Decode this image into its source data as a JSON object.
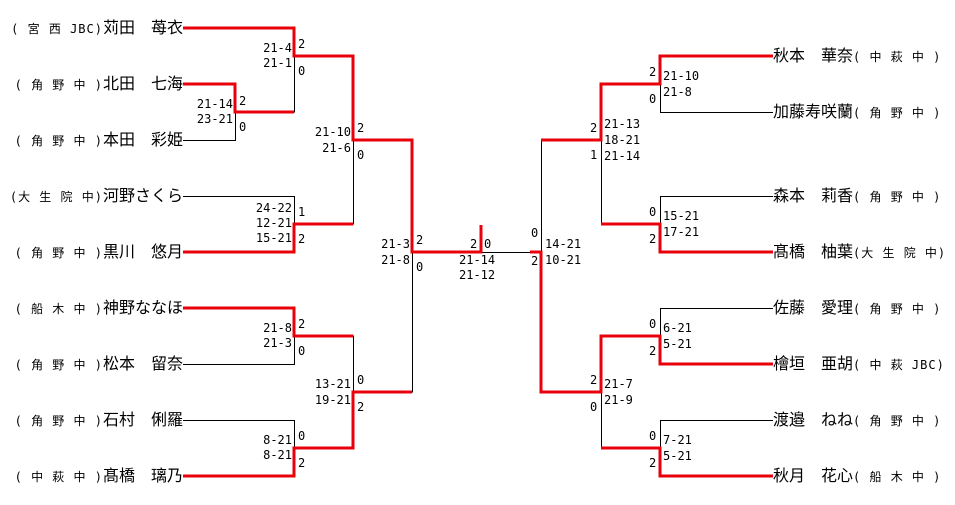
{
  "title": "Tournament bracket",
  "colors": {
    "winner_line": "#e8000b",
    "loser_line": "#000000",
    "background": "#ffffff"
  },
  "left_players": [
    {
      "school": "( 宮 西 JBC)",
      "name": "苅田　苺衣"
    },
    {
      "school": "( 角 野 中 )",
      "name": "北田　七海"
    },
    {
      "school": "( 角 野 中 )",
      "name": "本田　彩姫"
    },
    {
      "school": "(大 生 院 中)",
      "name": "河野さくら"
    },
    {
      "school": "( 角 野 中 )",
      "name": "黒川　悠月"
    },
    {
      "school": "( 船 木 中 )",
      "name": "神野ななほ"
    },
    {
      "school": "( 角 野 中 )",
      "name": "松本　留奈"
    },
    {
      "school": "( 角 野 中 )",
      "name": "石村　俐羅"
    },
    {
      "school": "( 中 萩 中 )",
      "name": "髙橋　璃乃"
    }
  ],
  "right_players": [
    {
      "name": "秋本　華奈",
      "school": "( 中 萩 中 )"
    },
    {
      "name": "加藤寿咲蘭",
      "school": "( 角 野 中 )"
    },
    {
      "name": "森本　莉香",
      "school": "( 角 野 中 )"
    },
    {
      "name": "髙橋　柚葉",
      "school": "(大 生 院 中)"
    },
    {
      "name": "佐藤　愛理",
      "school": "( 角 野 中 )"
    },
    {
      "name": "檜垣　亜胡",
      "school": "( 中 萩 JBC)"
    },
    {
      "name": "渡邉　ねね",
      "school": "( 角 野 中 )"
    },
    {
      "name": "秋月　花心",
      "school": "( 船 木 中 )"
    }
  ],
  "matches": {
    "l_r0": {
      "scores": [
        "21-14",
        "23-21"
      ],
      "games": [
        "2",
        "0"
      ]
    },
    "l_r1a": {
      "scores": [
        "21-4",
        "21-1"
      ],
      "games": [
        "2",
        "0"
      ]
    },
    "l_r1b": {
      "scores": [
        "24-22",
        "12-21",
        "15-21"
      ],
      "games": [
        "1",
        "2"
      ]
    },
    "l_r1c": {
      "scores": [
        "21-8",
        "21-3"
      ],
      "games": [
        "2",
        "0"
      ]
    },
    "l_r1d": {
      "scores": [
        "8-21",
        "8-21"
      ],
      "games": [
        "0",
        "2"
      ]
    },
    "l_qf_top": {
      "scores": [
        "21-10",
        "21-6"
      ],
      "games": [
        "2",
        "0"
      ]
    },
    "l_qf_bot": {
      "scores": [
        "13-21",
        "19-21"
      ],
      "games": [
        "0",
        "2"
      ]
    },
    "l_sf": {
      "scores": [
        "21-3",
        "21-8"
      ],
      "games": [
        "2",
        "0"
      ]
    },
    "final": {
      "scores": [
        "21-14",
        "21-12"
      ],
      "games": [
        "2",
        "0"
      ]
    },
    "r_sf": {
      "scores": [
        "14-21",
        "10-21"
      ],
      "games": [
        "0",
        "2"
      ]
    },
    "r_qf_top": {
      "scores": [
        "21-13",
        "18-21",
        "21-14"
      ],
      "games": [
        "2",
        "1"
      ]
    },
    "r_qf_bot": {
      "scores": [
        "21-7",
        "21-9"
      ],
      "games": [
        "2",
        "0"
      ]
    },
    "r_r1a": {
      "scores": [
        "21-10",
        "21-8"
      ],
      "games": [
        "2",
        "0"
      ]
    },
    "r_r1b": {
      "scores": [
        "15-21",
        "17-21"
      ],
      "games": [
        "0",
        "2"
      ]
    },
    "r_r1c": {
      "scores": [
        "6-21",
        "5-21"
      ],
      "games": [
        "0",
        "2"
      ]
    },
    "r_r1d": {
      "scores": [
        "7-21",
        "5-21"
      ],
      "games": [
        "0",
        "2"
      ]
    }
  }
}
